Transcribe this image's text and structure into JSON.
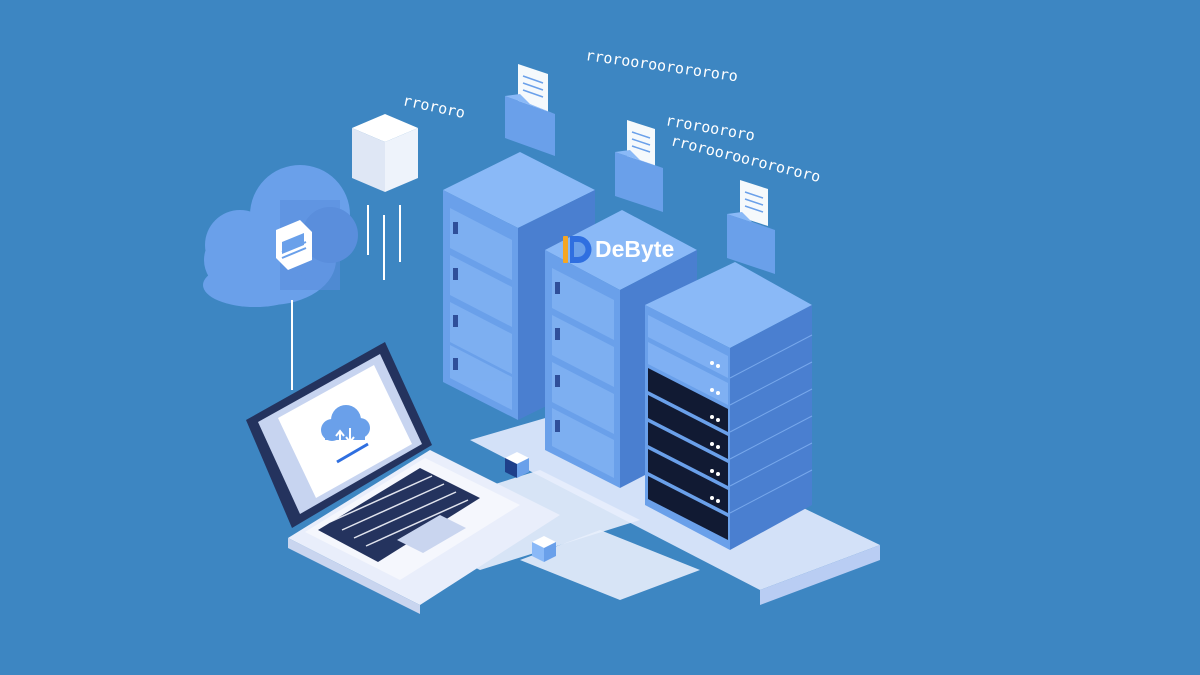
{
  "brand": {
    "name": "DeByte",
    "icon": "debyte-logo-icon"
  },
  "binary_streams": [
    "rrororo",
    "rrorooroororororo",
    "rroroororo",
    "rrorooroororororo"
  ],
  "icons": {
    "cloud": "cloud-storage-icon",
    "floppy": "floppy-disk-icon",
    "cube": "data-cube-icon",
    "folder": "document-folder-icon",
    "laptop": "laptop-icon",
    "upload_download": "cloud-sync-icon",
    "server": "server-rack-icon"
  },
  "colors": {
    "background": "#3d86c2",
    "server_front": "#6aa0ea",
    "server_top": "#8ab9f7",
    "server_side": "#4a7fd0",
    "server_dark": "#111a33",
    "platform": "#e8eefc",
    "accent": "#2f6fe0"
  }
}
